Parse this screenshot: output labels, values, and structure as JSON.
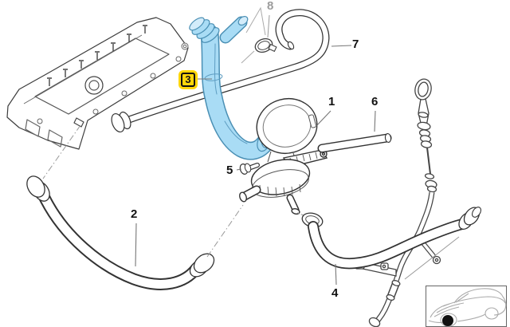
{
  "parts": [
    {
      "id": "1",
      "label": "1",
      "state": "normal"
    },
    {
      "id": "2",
      "label": "2",
      "state": "normal"
    },
    {
      "id": "3",
      "label": "3",
      "state": "highlighted"
    },
    {
      "id": "4",
      "label": "4",
      "state": "normal"
    },
    {
      "id": "5",
      "label": "5",
      "state": "normal"
    },
    {
      "id": "6",
      "label": "6",
      "state": "normal"
    },
    {
      "id": "7",
      "label": "7",
      "state": "normal"
    },
    {
      "id": "8",
      "label": "8",
      "state": "dimmed"
    }
  ],
  "colors": {
    "background": "#ffffff",
    "line_art": "#333333",
    "highlight_box": "#ffd60a",
    "highlighted_part_fill": "#a9dcf5",
    "highlighted_part_stroke": "#4a8fb4",
    "highlighted_part_light": "#d3ecfa",
    "dimmed_label": "#9c9c9c",
    "location_marker": "#111111"
  }
}
